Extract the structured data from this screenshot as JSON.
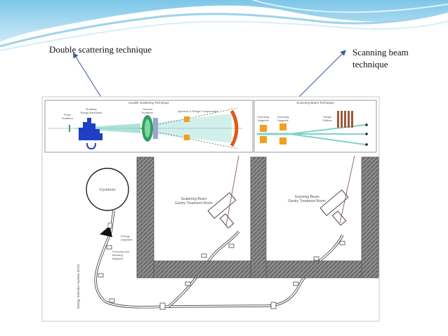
{
  "annotations": {
    "double_scattering": "Double scattering technique",
    "scanning_beam": "Scanning beam technique"
  },
  "figure": {
    "panel_double_title": "Double Scattering Technique",
    "panel_scan_title": "Scanning Beam Technique",
    "labels": {
      "fixed_scatterer_1": "Fixed",
      "fixed_scatterer_2": "Scatterer",
      "range_modulator_1": "Rotating",
      "range_modulator_2": "Range Modulator",
      "second_scatterer_1": "Second",
      "second_scatterer_2": "Scatterer",
      "aperture": "Aperture & Range Compensator",
      "focusing_1": "Focusing",
      "focusing_2": "Magnets",
      "scanning_1": "Scanning",
      "scanning_2": "Magnets",
      "range_shifters_1": "Range",
      "range_shifters_2": "Shifters",
      "cyclotron": "Cyclotron",
      "energy_degrader_1": "Energy",
      "energy_degrader_2": "Degrader",
      "focusing_bending_1": "Focusing and",
      "focusing_bending_2": "Bending",
      "focusing_bending_3": "Magnets",
      "ess": "Energy Selection System (ESS)",
      "scatter_room_1": "Scattering Beam",
      "scatter_room_2": "Gantry Treatment Room",
      "scan_room_1": "Scanning Beam",
      "scan_room_2": "Gantry Treatment Room"
    }
  },
  "colors": {
    "header_wave": "#5fb6de",
    "arrow": "#3b5a9c",
    "modulator": "#1f3fc4",
    "beam": "#7fd3c6",
    "scatterer": "#2fa060",
    "compensator": "#e05a1e",
    "magnet": "#f0a020",
    "shifter": "#9b5a3c",
    "wall": "#7a7a7a"
  }
}
